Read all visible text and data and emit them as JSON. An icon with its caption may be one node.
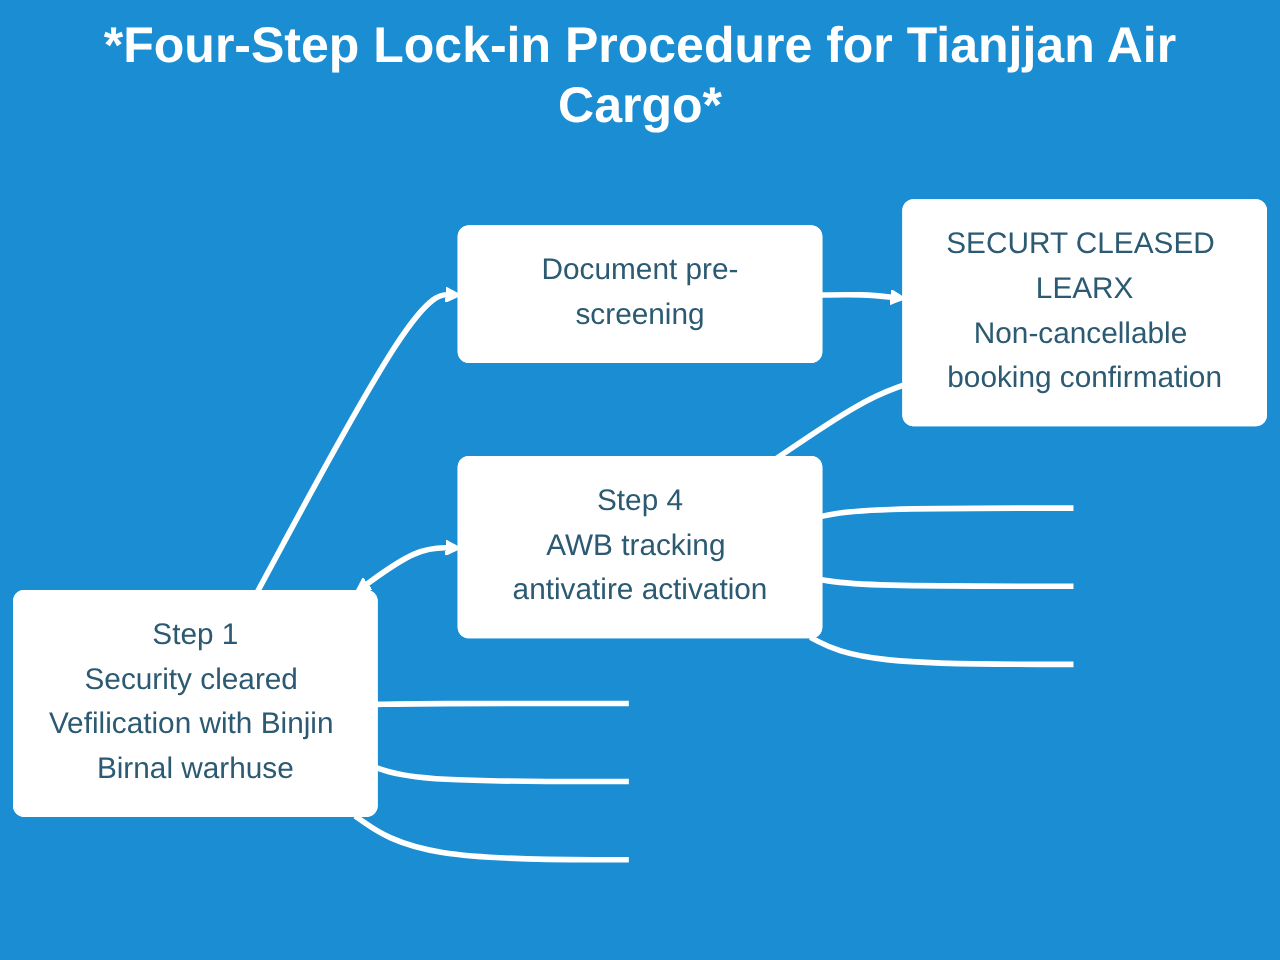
{
  "diagram": {
    "title": "*Four-Step Lock-in Procedure for Tianjjan Air Cargo*",
    "nodes": [
      {
        "text": [
          "Document pre-screening"
        ]
      },
      {
        "text": [
          "SECURT CLEASED LEARX",
          "Non-cancellable booking confirmation"
        ]
      },
      {
        "text": [
          "Step 1",
          "Security cleared Vefilication with Binjin Birnal warhuse"
        ]
      },
      {
        "text": [
          "Step 4",
          "AWB tracking antivatire activation"
        ]
      }
    ],
    "edges": [
      {
        "from": 0,
        "to": 1,
        "arrow": "to"
      },
      {
        "from": 3,
        "to": 1,
        "arrow": "none"
      },
      {
        "from": 2,
        "to": 3,
        "arrow": "both"
      },
      {
        "from": 2,
        "to": 0,
        "arrow": "to"
      },
      {
        "from": 2,
        "to": null,
        "arrow": "none"
      },
      {
        "from": 2,
        "to": null,
        "arrow": "none"
      },
      {
        "from": 2,
        "to": null,
        "arrow": "none"
      },
      {
        "from": 3,
        "to": null,
        "arrow": "none"
      },
      {
        "from": 3,
        "to": null,
        "arrow": "none"
      },
      {
        "from": 3,
        "to": null,
        "arrow": "none"
      }
    ]
  }
}
